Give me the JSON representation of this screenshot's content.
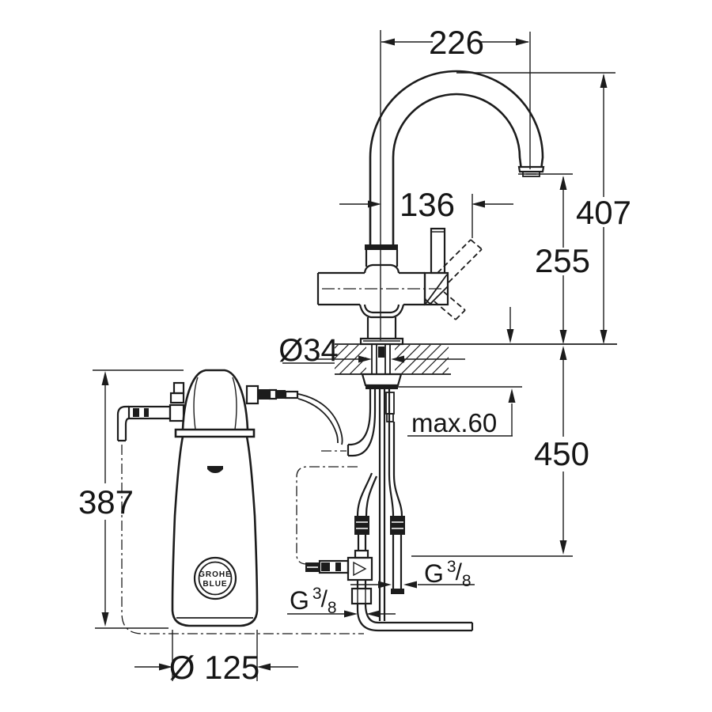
{
  "colors": {
    "line": "#1c1c1c",
    "background": "#ffffff"
  },
  "dimensions": {
    "spout_reach": "226",
    "handle_offset": "136",
    "total_height": "407",
    "outlet_height": "255",
    "mounting_hole": "Ø34",
    "max_deck_thickness": "max.60",
    "connection_drop": "450",
    "filter_height": "387",
    "filter_diameter": "Ø 125",
    "thread": {
      "letter": "G",
      "numerator": "3",
      "slash": "/",
      "denominator": "8"
    }
  },
  "filter_badge": {
    "line1": "GROHE",
    "line2": "BLUE"
  }
}
